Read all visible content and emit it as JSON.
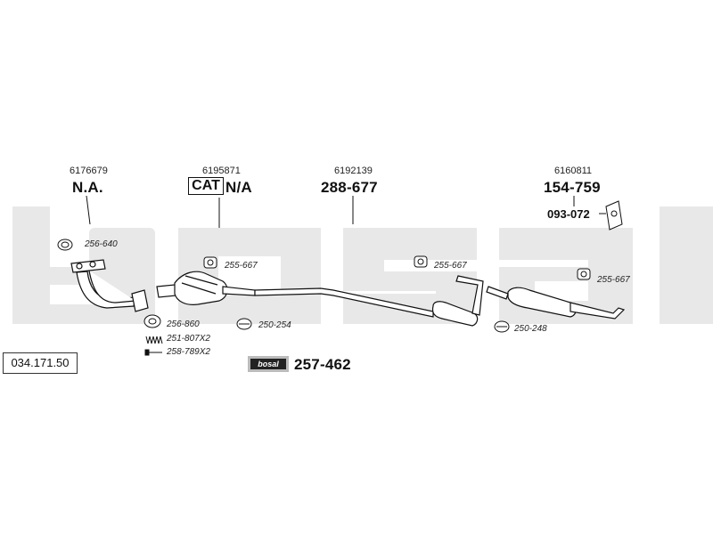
{
  "watermark": {
    "brand_text": "bosal",
    "color": "#e8e8e8"
  },
  "parts": {
    "front_pipe": {
      "oem": "6176679",
      "part": "N.A."
    },
    "catalyst": {
      "oem": "6195871",
      "cat_label": "CAT",
      "part": "N/A"
    },
    "center_muffler": {
      "oem": "6192139",
      "part": "288-677"
    },
    "rear_muffler": {
      "oem": "6160811",
      "part": "154-759",
      "sub_part": "093-072"
    }
  },
  "accessories": {
    "front_clamp": "256-640",
    "gasket": "256-860",
    "springs": "251-807X2",
    "bolts": "258-789X2",
    "cat_hanger": "255-667",
    "cat_clamp": "250-254",
    "center_hanger": "255-667",
    "rear_hanger": "255-667",
    "rear_clamp": "250-248"
  },
  "kit": {
    "badge": "bosal",
    "part": "257-462"
  },
  "catalog_code": "034.171.50",
  "colors": {
    "ink": "#111111",
    "pipe_fill": "#ffffff",
    "watermark": "#e8e8e8"
  }
}
